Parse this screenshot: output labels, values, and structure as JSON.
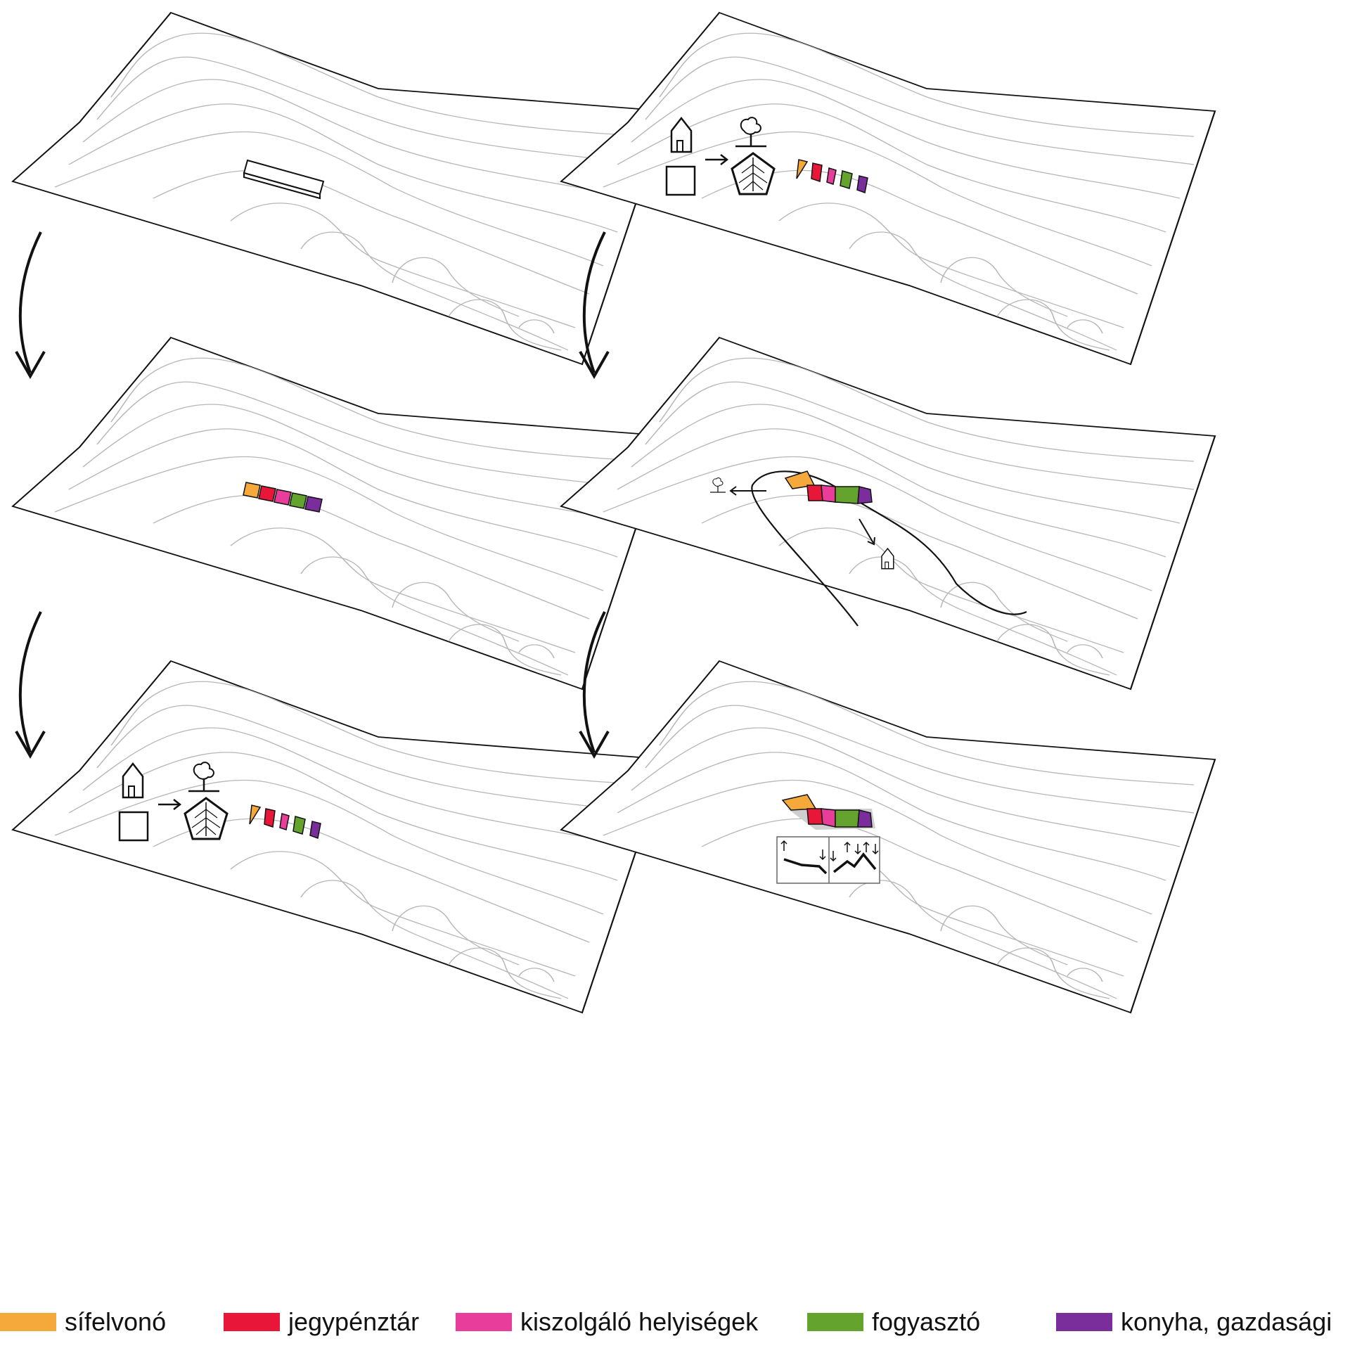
{
  "colors": {
    "sifelvono": "#F5A93B",
    "jegypenztar": "#E8173A",
    "kiszolgalo": "#E83D9A",
    "fogyaszto": "#64A32D",
    "konyha": "#7A2E9C",
    "contour": "#b7b7b7",
    "outline": "#111111"
  },
  "legend": [
    {
      "key": "sifelvono",
      "label": "sífelvonó"
    },
    {
      "key": "jegypenztar",
      "label": "jegypénztár"
    },
    {
      "key": "kiszolgalo",
      "label": "kiszolgáló helyiségek"
    },
    {
      "key": "fogyaszto",
      "label": "fogyasztó"
    },
    {
      "key": "konyha",
      "label": "konyha, gazdasági"
    }
  ],
  "panels": [
    {
      "id": "step-1",
      "content": "solid-block"
    },
    {
      "id": "step-2",
      "content": "colored-segments"
    },
    {
      "id": "step-3",
      "content": "house-square-to-tree-pentagon"
    },
    {
      "id": "step-4",
      "content": "house-square-to-tree-pentagon"
    },
    {
      "id": "step-5",
      "content": "curved-building-with-path"
    },
    {
      "id": "step-6",
      "content": "curved-building-with-section-diagram"
    }
  ]
}
